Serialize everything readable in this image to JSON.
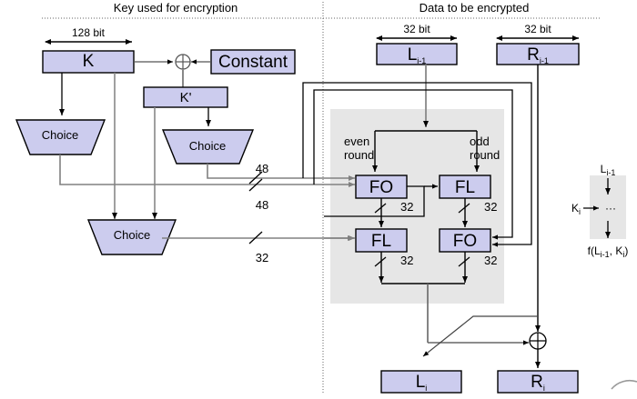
{
  "diagram": {
    "title_left": "Key used for encryption",
    "title_right": "Data to be encrypted",
    "colors": {
      "box_fill": "#ccccee",
      "box_stroke": "#000000",
      "region_fill": "#e6e6e6",
      "wire_dark": "#000000",
      "wire_gray": "#808080",
      "divider": "#666666"
    }
  },
  "key_schedule": {
    "dimension_label": "128 bit",
    "boxes": {
      "k": "K",
      "k_prime": "K'",
      "constant": "Constant"
    },
    "xor_symbol": "⊕",
    "choice_left": "Choice",
    "choice_right": "Choice",
    "choice_bottom": "Choice",
    "wire_labels": {
      "fo_upper": "48",
      "fo_lower": "48",
      "fl_line": "32"
    }
  },
  "data_path": {
    "dimension_left": "32 bit",
    "dimension_right": "32 bit",
    "inputs": {
      "left": "L",
      "left_sub": "i-1",
      "right": "R",
      "right_sub": "i-1"
    },
    "round_labels": {
      "even": [
        "even",
        "round"
      ],
      "odd": [
        "odd",
        "round"
      ]
    },
    "functions": {
      "even_first": "FO",
      "even_second": "FL",
      "odd_first": "FL",
      "odd_second": "FO"
    },
    "bus_widths": {
      "even_mid": "32",
      "odd_mid": "32",
      "even_out": "32",
      "odd_out": "32"
    },
    "xor_symbol": "⊕",
    "outputs": {
      "left": "L",
      "left_sub": "i",
      "right": "R",
      "right_sub": "i"
    }
  },
  "legend": {
    "input": "L",
    "input_sub": "i-1",
    "key": "K",
    "key_sub": "i",
    "ellipsis": "···",
    "output_prefix": "f(L",
    "output_sub1": "i-1",
    "output_mid": ", K",
    "output_sub2": "i",
    "output_suffix": ")"
  }
}
